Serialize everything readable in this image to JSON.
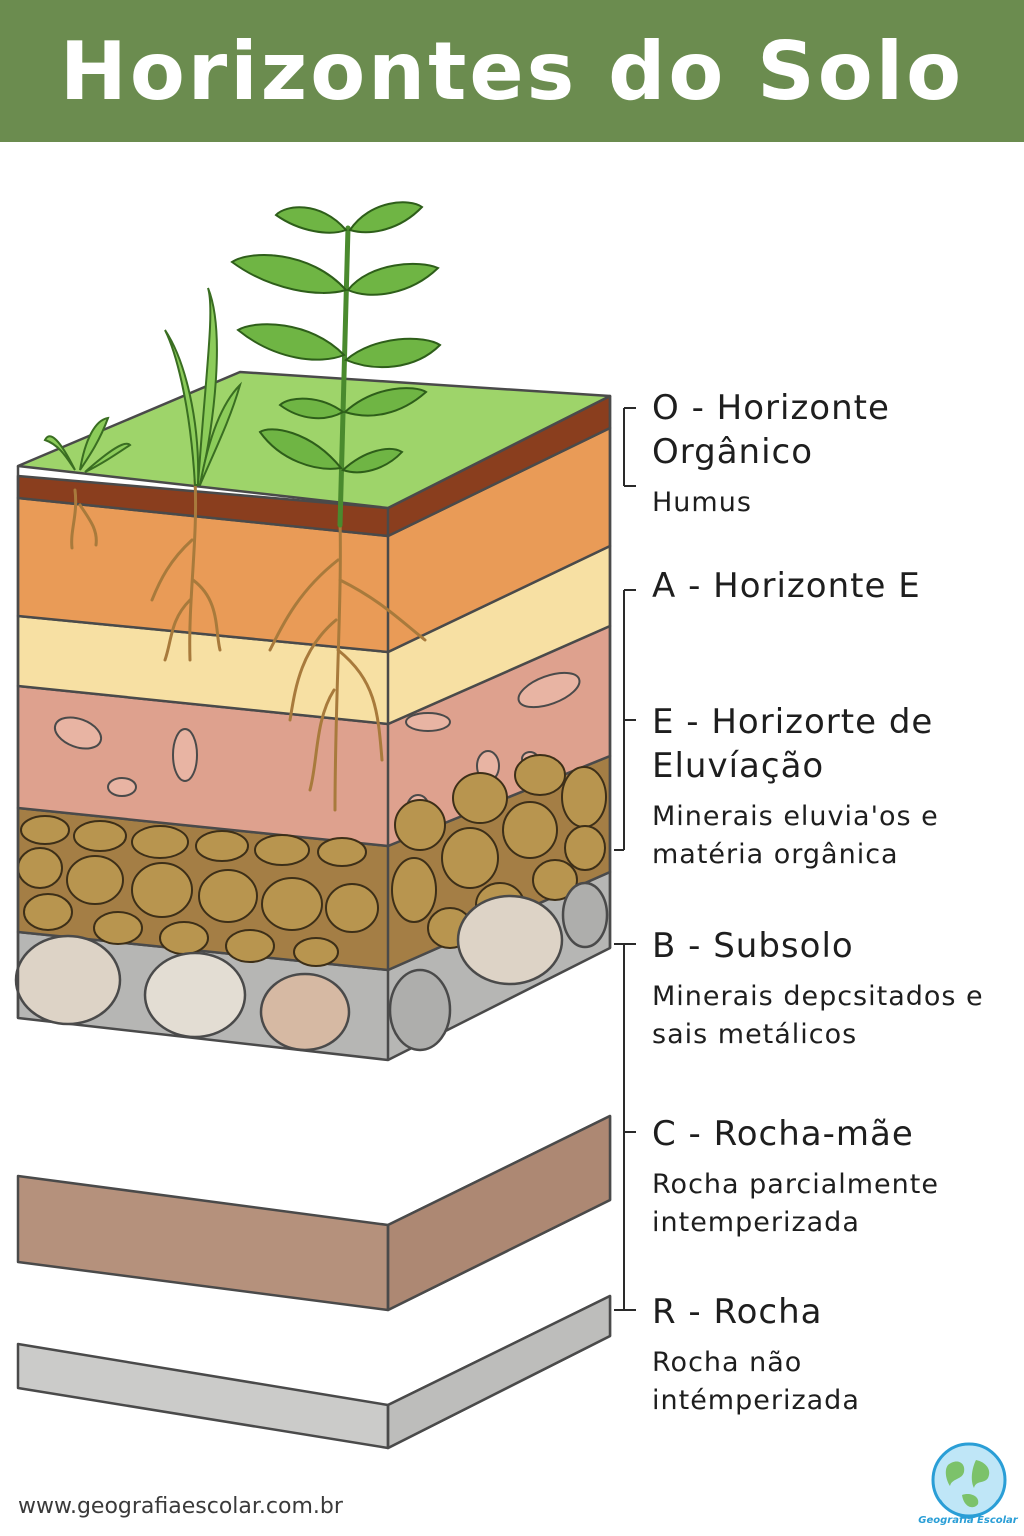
{
  "title": "Horizontes do Solo",
  "horizons": [
    {
      "title": "O - Horizonte Orgânico",
      "description": "Humus"
    },
    {
      "title": "A - Horizonte E",
      "description": ""
    },
    {
      "title": "E - Horizorte de Eluvíação",
      "description": "Minerais eluvia'os e matéria orgânica"
    },
    {
      "title": "B - Subsolo",
      "description": "Minerais depcsitados e sais metálicos"
    },
    {
      "title": "C - Rocha-mãe",
      "description": "Rocha parcialmente intemperizada"
    },
    {
      "title": "R - Rocha",
      "description": "Rocha não intémperizada"
    }
  ],
  "footer": {
    "url": "www.geografiaescolar.com.br",
    "logo_text": "Geografia Escolar"
  },
  "colors": {
    "header": "#6b8c4f",
    "grass": "#9ed46a",
    "humus": "#8a3e1e",
    "orange": "#e99b57",
    "yellow": "#f7e0a3",
    "pink": "#dea18e",
    "brown_pebbles": "#a47e45",
    "gray_rocks": "#b6b6b4",
    "c_layer": "#b5917c",
    "r_layer": "#cbcbc9",
    "plant": "#5c9e3a"
  }
}
